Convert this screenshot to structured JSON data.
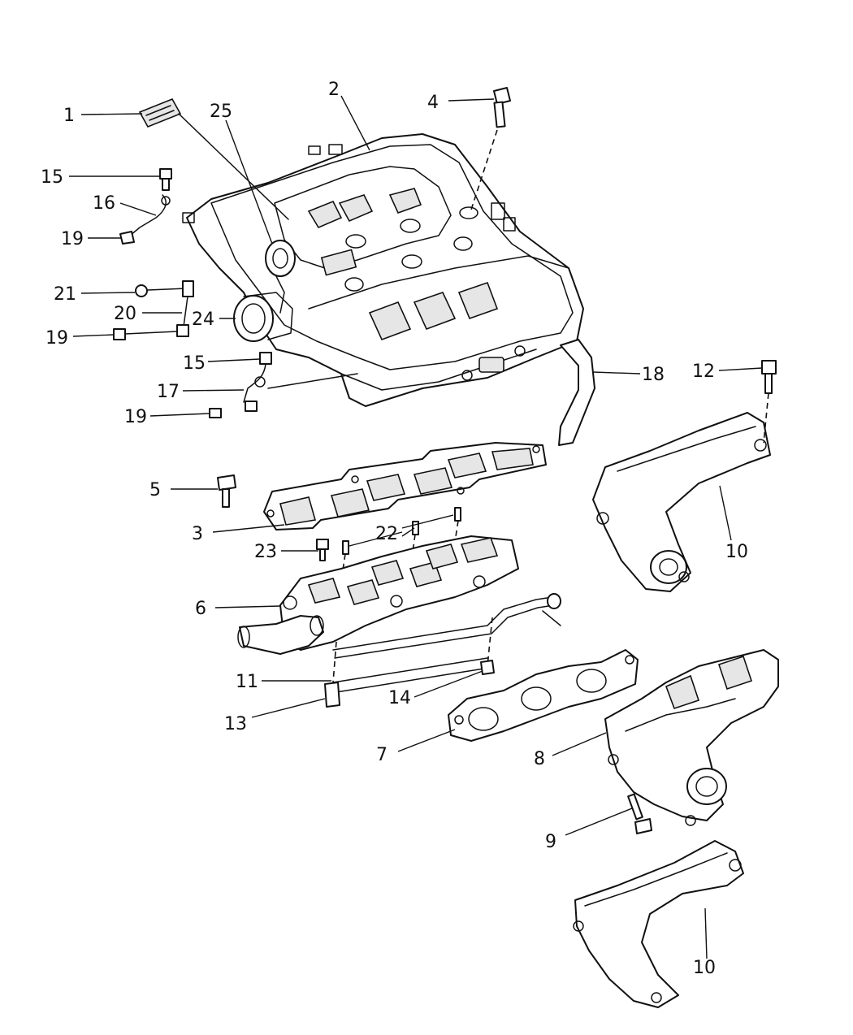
{
  "diagram": {
    "callouts": {
      "c1": "1",
      "c2": "2",
      "c3": "3",
      "c4": "4",
      "c5": "5",
      "c6": "6",
      "c7": "7",
      "c8": "8",
      "c9": "9",
      "c10a": "10",
      "c10b": "10",
      "c11": "11",
      "c12": "12",
      "c13": "13",
      "c14": "14",
      "c15a": "15",
      "c15b": "15",
      "c16": "16",
      "c17": "17",
      "c18": "18",
      "c19a": "19",
      "c19b": "19",
      "c19c": "19",
      "c20": "20",
      "c21": "21",
      "c22": "22",
      "c23": "23",
      "c24": "24",
      "c25": "25"
    }
  }
}
